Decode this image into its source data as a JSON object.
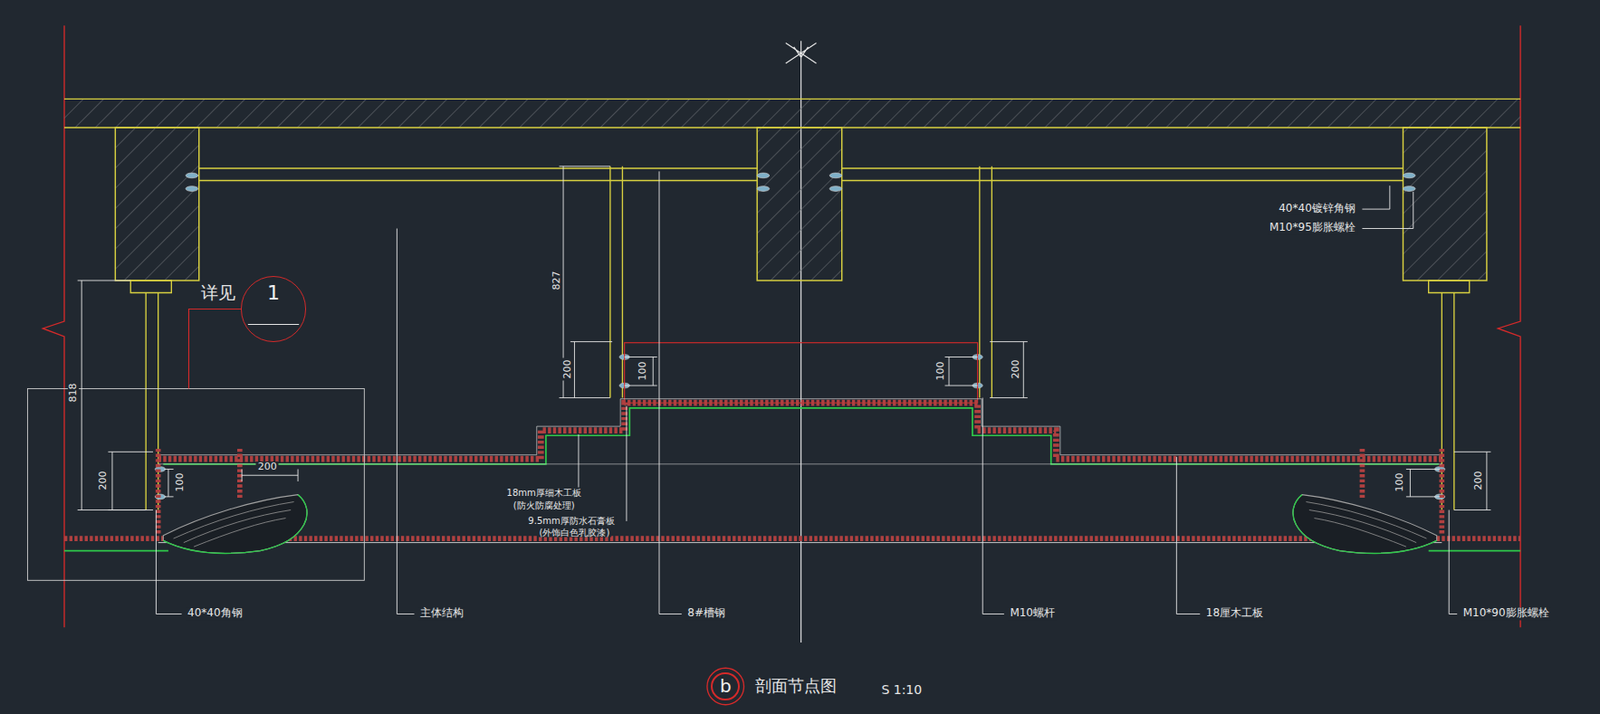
{
  "diagram": {
    "title": "剖面节点图",
    "nodes": [
      {
        "text": [
          "1"
        ]
      },
      {
        "text": [
          "b"
        ]
      }
    ],
    "labels": [
      "40*40镀锌角钢",
      "M10*95膨胀螺栓",
      "详见",
      "827",
      "818",
      "200",
      "100",
      "200",
      "200",
      "100",
      "100",
      "200",
      "100",
      "200",
      "18mm厚细木工板",
      "(防火防腐处理)",
      "9.5mm厚防水石膏板",
      "(外饰白色乳胶漆)",
      "40*40角钢",
      "主体结构",
      "8#槽钢",
      "M10螺杆",
      "18厘木工板",
      "M10*90膨胀螺栓",
      "S 1:10"
    ]
  }
}
